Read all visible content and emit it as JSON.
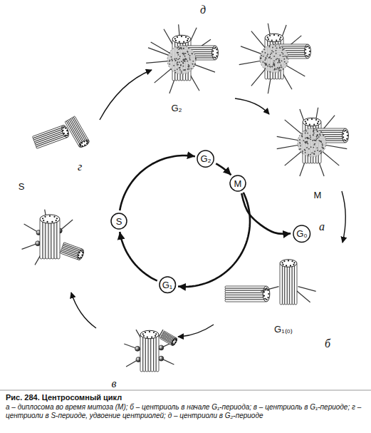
{
  "diagram": {
    "title": "Рис. 284. Центросомный цикл",
    "caption": "а – диплосома во время митоза (M); б – центриоль в начале G₁-периода; в – центриоль в G₁-периоде; г – центриоли в S-периоде, удвоение центриолей; д – центриоли в G₂-периоде",
    "nodes": [
      {
        "text": [
          "G₂"
        ]
      },
      {
        "text": [
          "M"
        ]
      },
      {
        "text": [
          "S"
        ]
      },
      {
        "text": [
          "G₀"
        ]
      },
      {
        "text": [
          "G₁"
        ]
      }
    ],
    "edges": [
      {
        "from": 2,
        "to": 0,
        "arrow": "to"
      },
      {
        "from": 0,
        "to": 1,
        "arrow": "to"
      },
      {
        "from": 1,
        "to": 4,
        "arrow": "to"
      },
      {
        "from": 4,
        "to": 2,
        "arrow": "to"
      },
      {
        "from": 1,
        "to": 3,
        "arrow": "to"
      }
    ],
    "labels": [
      "д",
      "G₂",
      "г",
      "S",
      "M",
      "а",
      "G₁₍₀₎",
      "б",
      "в"
    ]
  }
}
